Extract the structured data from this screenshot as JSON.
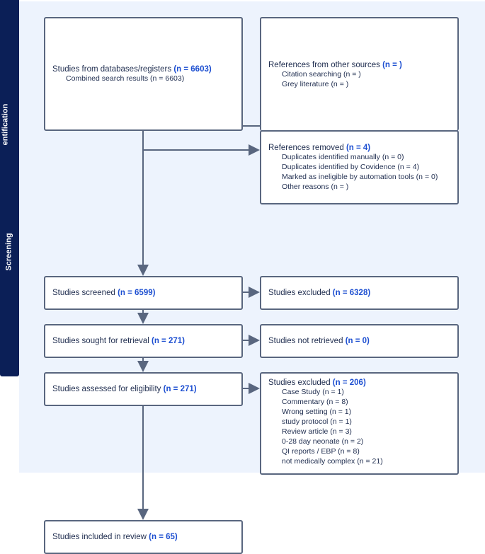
{
  "phases": {
    "identification": "entification",
    "screening": "Screening"
  },
  "databases": {
    "title": "Studies from databases/registers ",
    "n": "(n = 6603)",
    "items": [
      "Combined search results (n = 6603)"
    ]
  },
  "other_sources": {
    "title": "References from other sources ",
    "n": "(n = )",
    "items": [
      "Citation searching (n = )",
      "Grey literature (n = )"
    ]
  },
  "removed": {
    "title": "References removed ",
    "n": "(n = 4)",
    "items": [
      "Duplicates identified manually (n = 0)",
      "Duplicates identified by Covidence (n = 4)",
      "Marked as ineligible by automation tools (n = 0)",
      "Other reasons (n = )"
    ]
  },
  "screened": {
    "title": "Studies screened ",
    "n": "(n = 6599)"
  },
  "excluded_screen": {
    "title": "Studies excluded ",
    "n": "(n = 6328)"
  },
  "sought": {
    "title": "Studies sought for retrieval ",
    "n": "(n = 271)"
  },
  "not_retrieved": {
    "title": "Studies not retrieved ",
    "n": "(n = 0)"
  },
  "assessed": {
    "title": "Studies assessed for eligibility ",
    "n": "(n = 271)"
  },
  "excluded_full": {
    "title": "Studies excluded ",
    "n": "(n = 206)",
    "items": [
      "Case Study (n = 1)",
      "Commentary (n = 8)",
      "Wrong setting (n = 1)",
      "study protocol (n = 1)",
      "Review article (n = 3)",
      "0-28 day neonate (n = 2)",
      "QI reports / EBP (n = 8)",
      "not medically complex (n = 21)"
    ]
  },
  "included": {
    "title": "Studies included in review ",
    "n": "(n = 65)"
  },
  "colors": {
    "sidebar": "#0b1f57",
    "accent": "#1d4fd1",
    "panel": "#edf3fd"
  }
}
